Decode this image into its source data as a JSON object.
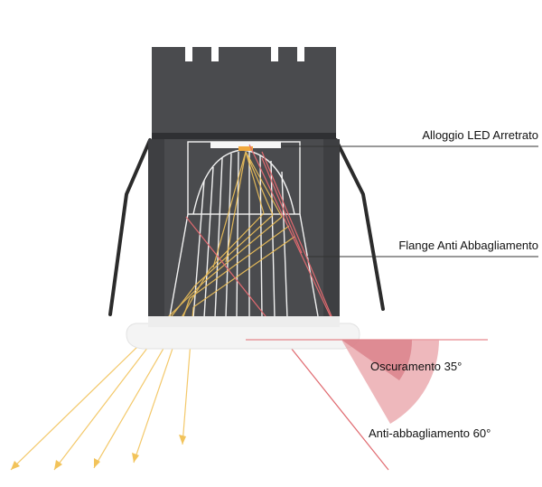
{
  "labels": {
    "recessed_led": "Alloggio LED Arretrato",
    "anti_glare_flange": "Flange Anti Abbagliamento",
    "cutoff": "Oscuramento 35°",
    "anti_glare_angle": "Anti-abbagliamento 60°"
  },
  "colors": {
    "housing": "#4a4b4e",
    "housing_dark": "#3a3b3e",
    "bezel": "#f4f4f4",
    "spring_clip": "#2b2b2b",
    "light_ray": "#f2c35a",
    "cutoff_sector": "#e8a0a6",
    "cutoff_sector_strong": "#d98088",
    "red_line": "#e06a70",
    "reflector_line": "#f2f2f2"
  },
  "angles": {
    "cutoff_deg": 35,
    "anti_glare_deg": 60
  }
}
